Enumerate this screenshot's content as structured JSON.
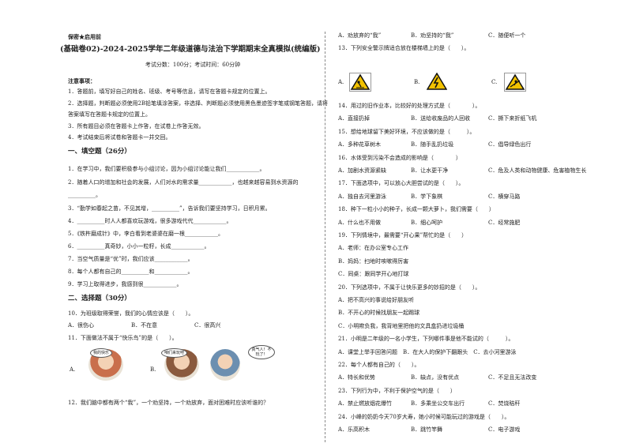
{
  "header": {
    "confidential": "保密★启用前",
    "title": "(基础卷02)-2024-2025学年二年级道德与法治下学期期末全真模拟(统编版)",
    "score_time": "考试分数：100分；考试时间：60分钟"
  },
  "notes": {
    "heading": "注意事项：",
    "lines": [
      "1．答题前，填写好自己的姓名、班级、考号等信息，请写在答题卡规定的位置上。",
      "2．选择题，判断题必须使用2B铅笔填涂答案，非选择、判断题必须使用黑色墨迹签字笔或钢笔答题，请将",
      "答案填写在答题卡规定的位置上。",
      "3．所有题目必须在答题卡上作答，在试卷上作答无效。",
      "4．考试结束后将试卷和答题卡一并交回。"
    ]
  },
  "section1": {
    "heading": "一、填空题（26分）",
    "questions": [
      "1．在学习中，我们要积极参与小组讨论，因为小组讨论能让我们____________。",
      "2．随着人口的增加和社会的发展，人们对水的需求量____________，也越来越容易到水资源的",
      "__________。",
      "3．“勤学如春起之苗，不见其增，__________”，告诉我们要坚持学习，日积月累。",
      "4．__________时人人都喜欢玩游戏，很多游戏代代____________。",
      "5．《铁杵磨成针》中，李白看到老婆婆在磨一根____________。",
      "6．__________真奇妙，小小一粒籽，长成____________。",
      "7．当空气质量是“优”时，我们应该____________。",
      "8．每个人都有自己的__________和____________。",
      "9．学习上取得进步，我感到很____________。"
    ]
  },
  "section2": {
    "heading": "二、选择题（30分）",
    "q10": "10．为班级取得荣誉，我们的心情应该是（　　）。",
    "q10_opts": [
      "A．很伤心",
      "B．不在意",
      "C．很高兴"
    ],
    "q11": "11．下面做法不属于“快乐鸟”的是（　　）。",
    "q11_opts": [
      "A.",
      "B.",
      "C."
    ],
    "q11_bubbles": [
      "我的快乐",
      "咱们来玩吧",
      "真气人！不玩了！"
    ],
    "q12": "12．我们脑中都有两个“我”，一个劝坚持，一个劝放弃，面对困难时应该听谁的？"
  },
  "right": {
    "lines": [
      {
        "type": "opts",
        "opts": [
          "A．劝放弃的“我”",
          "B．劝坚持的“我”",
          "C．随便听一个"
        ]
      },
      {
        "type": "q",
        "text": "13．下列安全警示牌适合放在楼梯墙上的是（　　）。"
      },
      {
        "type": "q",
        "text": "14．用过的旧作业本，比较好的处理方式是（　　　　）。"
      },
      {
        "type": "opts",
        "opts": [
          "A．直接扔掉",
          "B．送给收废品的人回收",
          "C．撕下来折纸飞机"
        ]
      },
      {
        "type": "q",
        "text": "15．想给地球留下美好环境，不应该做的是（　　　）。"
      },
      {
        "type": "opts",
        "opts": [
          "A．多种花草树木",
          "B．随手乱扔垃圾",
          "C．倡导绿色出行"
        ]
      },
      {
        "type": "q",
        "text": "16．水体受到污染不会造成的影响是（　　　　）"
      },
      {
        "type": "opts",
        "opts": [
          "A．加剧水资源紧缺",
          "B．让水更干净",
          "C．危及人类和动物健康、危害植物生长"
        ]
      },
      {
        "type": "q",
        "text": "17．下面选项中，可以放心大胆尝试的是（　　）。"
      },
      {
        "type": "opts",
        "opts": [
          "A．独自去河里游泳",
          "B．学下象棋",
          "C．横穿马路"
        ]
      },
      {
        "type": "q",
        "text": "18．种下一粒小小的种子，长成一颗大萝卜，我们需要（　　）"
      },
      {
        "type": "opts",
        "opts": [
          "A．什么也不用做",
          "B．细心呵护",
          "C．经常施肥"
        ]
      },
      {
        "type": "q",
        "text": "19．下列情境中，最需要“开心果”帮忙的是（　　）"
      },
      {
        "type": "full",
        "text": "A．老师：在办公室专心工作"
      },
      {
        "type": "full",
        "text": "B．妈妈：扫地时咳嗽得厉害"
      },
      {
        "type": "full",
        "text": "C．同桌：跟同学开心地打球"
      },
      {
        "type": "q",
        "text": "20．下列选项中，不属于让快乐更多的妙招的是（　　）。"
      },
      {
        "type": "full",
        "text": "A．把不高兴的事说给好朋友听"
      },
      {
        "type": "full",
        "text": "B．不开心的时候找朋友一起踢球"
      },
      {
        "type": "full",
        "text": "C．小明欺负我，我背地里把他的文具盒扔进垃圾桶"
      },
      {
        "type": "q",
        "text": "21．小明是二年级的一名小学生，下列哪件事是他不能试的（　　　）。"
      },
      {
        "type": "full",
        "text": "A．课堂上举手回答问题　B．在大人的保护下翻跟头　C．去小河里游泳"
      },
      {
        "type": "q",
        "text": "22．每个人都有自己的（　　）。"
      },
      {
        "type": "opts",
        "opts": [
          "A．特长和优势",
          "B．缺点，没有优点",
          "C．不足且无法改变"
        ]
      },
      {
        "type": "q",
        "text": "23．下列行为中，不利于保护空气的是（　　）"
      },
      {
        "type": "opts",
        "opts": [
          "A．禁止燃放烟花爆竹",
          "B．多乘坐公交车出行",
          "C．焚烧秸秆"
        ]
      },
      {
        "type": "q",
        "text": "24．小峰的奶奶今天70岁大寿，她小时候可能玩过的游戏是（　　）。"
      },
      {
        "type": "opts",
        "opts": [
          "A．乐高积木",
          "B．跳竹竿舞",
          "C．电子游戏"
        ]
      }
    ],
    "q13_opts": [
      "A.",
      "B.",
      "C."
    ]
  },
  "colors": {
    "sign_yellow": "#f2c200",
    "sign_black": "#111111"
  }
}
